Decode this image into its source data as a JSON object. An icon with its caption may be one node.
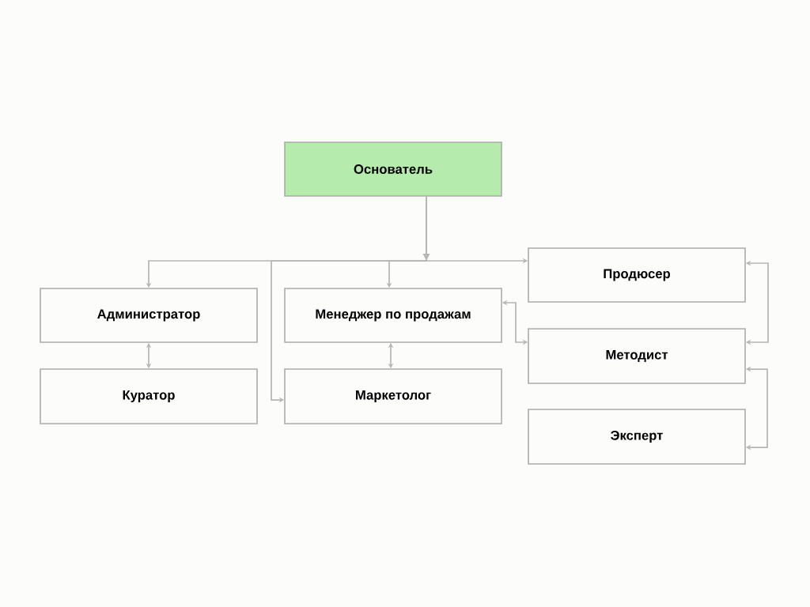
{
  "diagram": {
    "nodes": [
      {
        "text": [
          "Основатель"
        ]
      },
      {
        "text": [
          "Администратор"
        ]
      },
      {
        "text": [
          "Куратор"
        ]
      },
      {
        "text": [
          "Менеджер по продажам"
        ]
      },
      {
        "text": [
          "Маркетолог"
        ]
      },
      {
        "text": [
          "Продюсер"
        ]
      },
      {
        "text": [
          "Методист"
        ]
      },
      {
        "text": [
          "Эксперт"
        ]
      }
    ],
    "edges": [
      {
        "from": 0,
        "to": 1,
        "arrow": "to"
      },
      {
        "from": 0,
        "to": 3,
        "arrow": "to"
      },
      {
        "from": 0,
        "to": 4,
        "arrow": "to"
      },
      {
        "from": 0,
        "to": 5,
        "arrow": "to"
      },
      {
        "from": 1,
        "to": 2,
        "arrow": "both"
      },
      {
        "from": 3,
        "to": 4,
        "arrow": "both"
      },
      {
        "from": 3,
        "to": 6,
        "arrow": "both"
      },
      {
        "from": 5,
        "to": 6,
        "arrow": "both"
      },
      {
        "from": 6,
        "to": 7,
        "arrow": "both"
      }
    ]
  }
}
